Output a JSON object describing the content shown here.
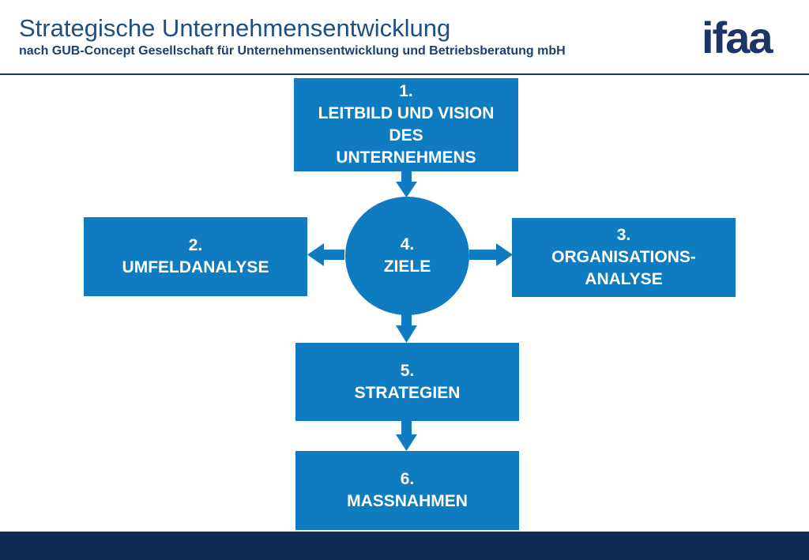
{
  "header": {
    "title": "Strategische Unternehmensentwicklung",
    "subtitle_bold": "nach GUB-Concept",
    "subtitle_rest": " Gesellschaft für Unternehmensentwicklung und Betriebsberatung mbH",
    "logo_text": "ifaa"
  },
  "colors": {
    "box": "#0f7cc1",
    "title": "#1d4f86",
    "footer": "#0f2a55"
  },
  "diagram": {
    "nodes": [
      {
        "id": "n1",
        "number": "1.",
        "lines": [
          "LEITBILD UND VISION",
          "DES",
          "UNTERNEHMENS"
        ]
      },
      {
        "id": "n2",
        "number": "2.",
        "lines": [
          "UMFELDANALYSE"
        ]
      },
      {
        "id": "n3",
        "number": "3.",
        "lines": [
          "ORGANISATIONS-",
          "ANALYSE"
        ]
      },
      {
        "id": "n4",
        "number": "4.",
        "lines": [
          "ZIELE"
        ]
      },
      {
        "id": "n5",
        "number": "5.",
        "lines": [
          "STRATEGIEN"
        ]
      },
      {
        "id": "n6",
        "number": "6.",
        "lines": [
          "MASSNAHMEN"
        ]
      }
    ],
    "edges": [
      {
        "from": "n1",
        "to": "n4"
      },
      {
        "from": "n4",
        "to": "n2"
      },
      {
        "from": "n4",
        "to": "n3"
      },
      {
        "from": "n4",
        "to": "n5"
      },
      {
        "from": "n5",
        "to": "n6"
      }
    ]
  }
}
